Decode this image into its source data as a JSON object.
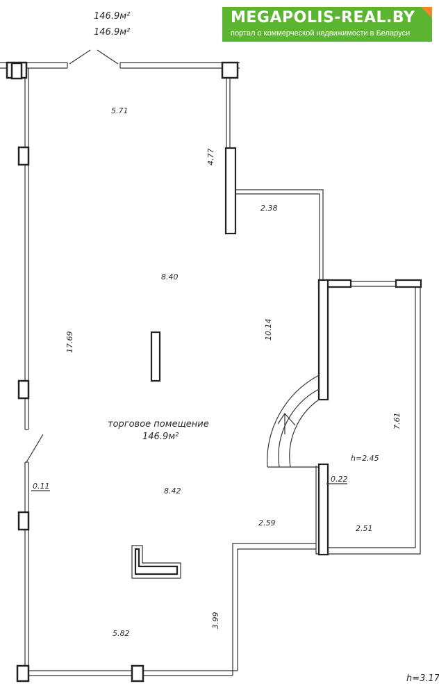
{
  "header": {
    "area_line_1": "146.9м²",
    "area_line_2": "146.9м²"
  },
  "logo": {
    "title": "MEGAPOLIS-REAL.BY",
    "subtitle": "портал о коммерческой недвижимости в Беларуси",
    "brand_color": "#5cb531",
    "accent_color": "#f0872c"
  },
  "room": {
    "name": "торговое помещение",
    "area": "146.9м²"
  },
  "side_room": {
    "height": "h=2.45"
  },
  "ceiling_height": "h=3.17",
  "dimensions": {
    "top_width": "5.71",
    "upper_wall": "4.77",
    "step_width": "2.38",
    "mid_width_upper": "8.40",
    "mid_length": "10.14",
    "total_length": "17.69",
    "mid_width_lower": "8.42",
    "left_offset": "0.11",
    "side_room_length": "7.61",
    "side_room_wall": "0.22",
    "side_room_width": "2.51",
    "lower_step": "2.59",
    "bottom_wall": "3.99",
    "bottom_width": "5.82"
  }
}
